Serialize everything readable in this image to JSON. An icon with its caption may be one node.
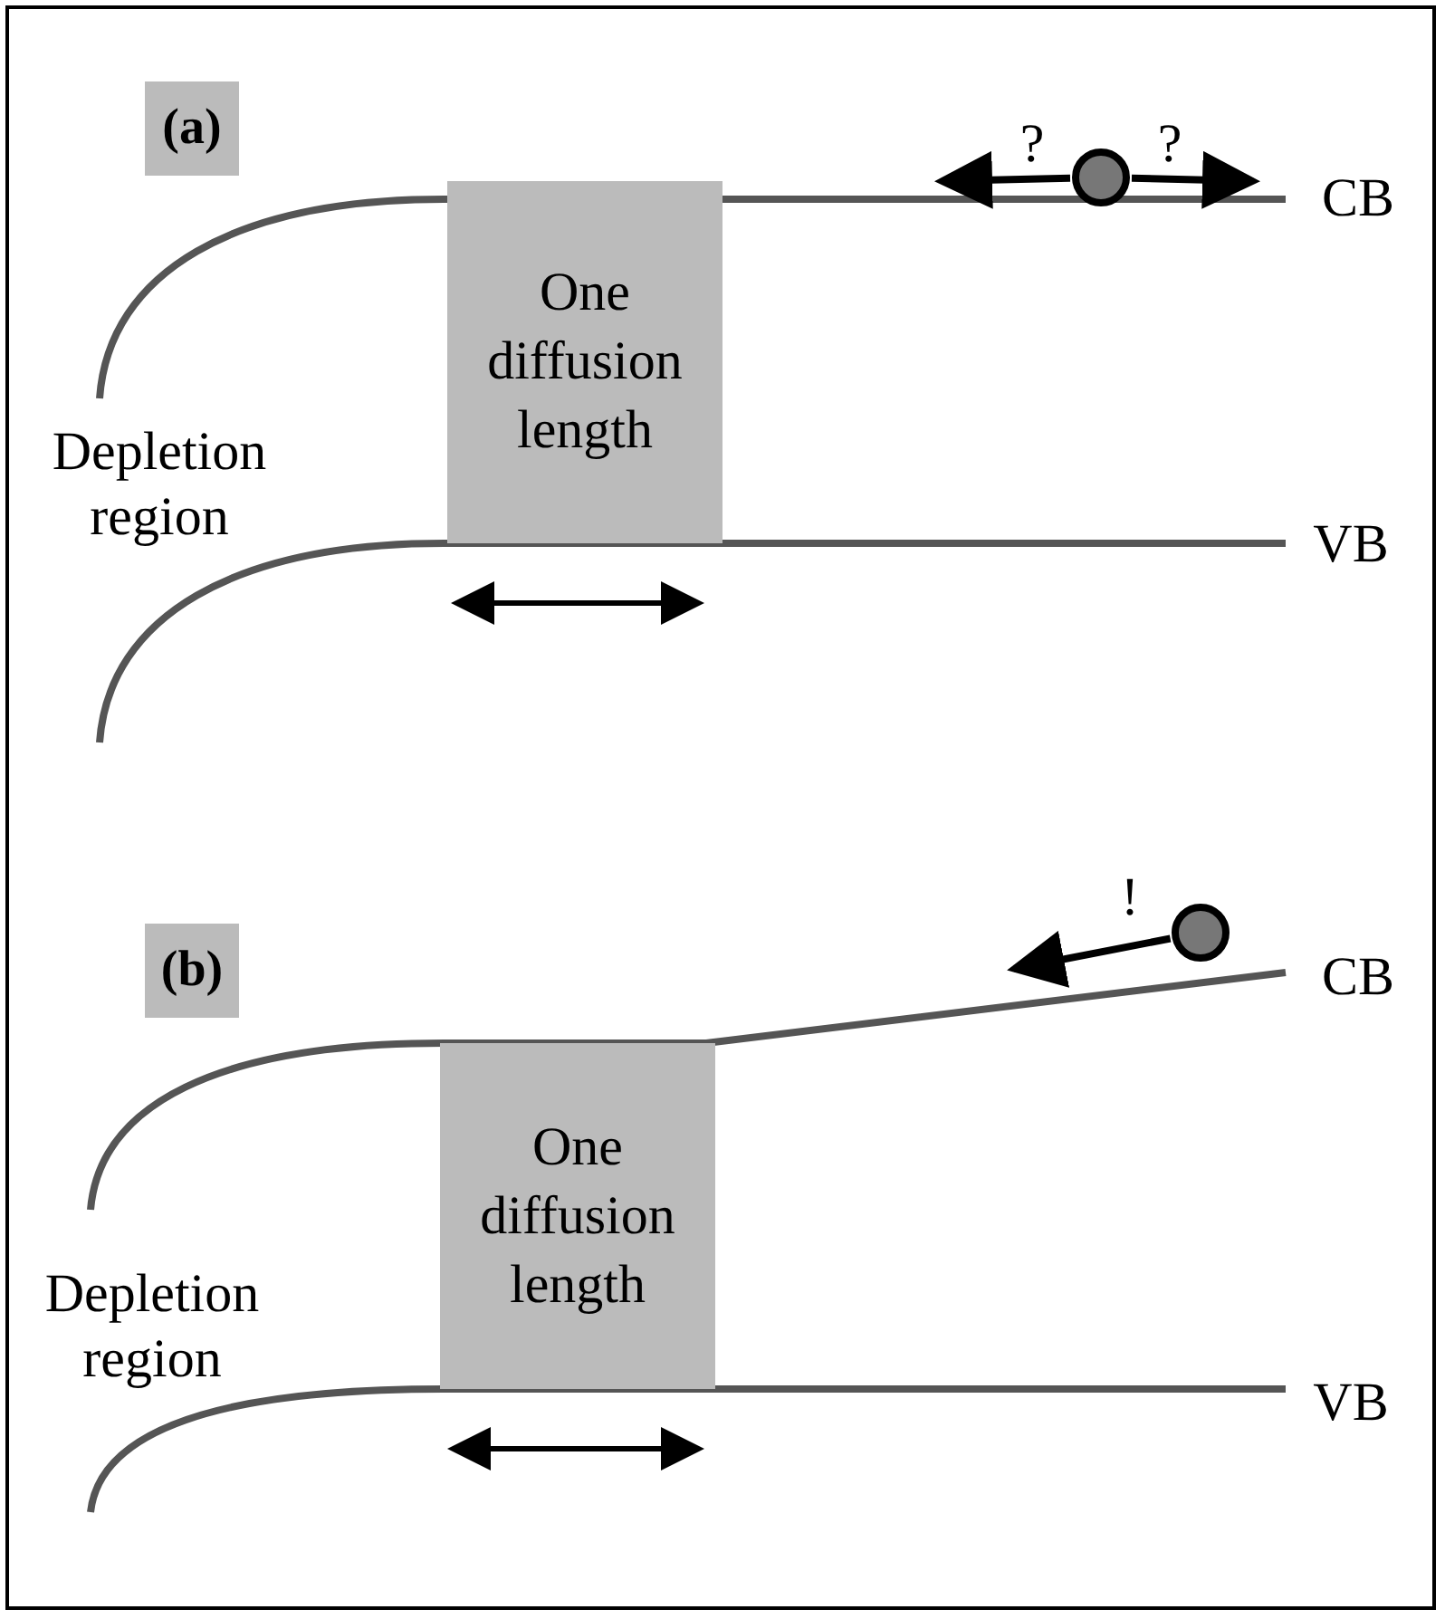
{
  "diagram": {
    "nodes": [
      {
        "text": [
          "(a)"
        ]
      },
      {
        "text": [
          "One diffusion length"
        ]
      },
      {
        "text": [],
        "shape": "circle"
      },
      {
        "text": [
          "(b)"
        ]
      },
      {
        "text": [
          "One diffusion length"
        ]
      },
      {
        "text": [],
        "shape": "circle"
      }
    ],
    "edges": [
      {
        "from": 2,
        "to": null,
        "arrow": "to",
        "label": "?"
      },
      {
        "from": 2,
        "to": null,
        "arrow": "to",
        "label": "?"
      },
      {
        "from": 5,
        "to": null,
        "arrow": "to",
        "label": "!"
      }
    ],
    "labels": [
      "CB",
      "Depletion region",
      "VB",
      "CB",
      "Depletion region",
      "VB"
    ]
  }
}
